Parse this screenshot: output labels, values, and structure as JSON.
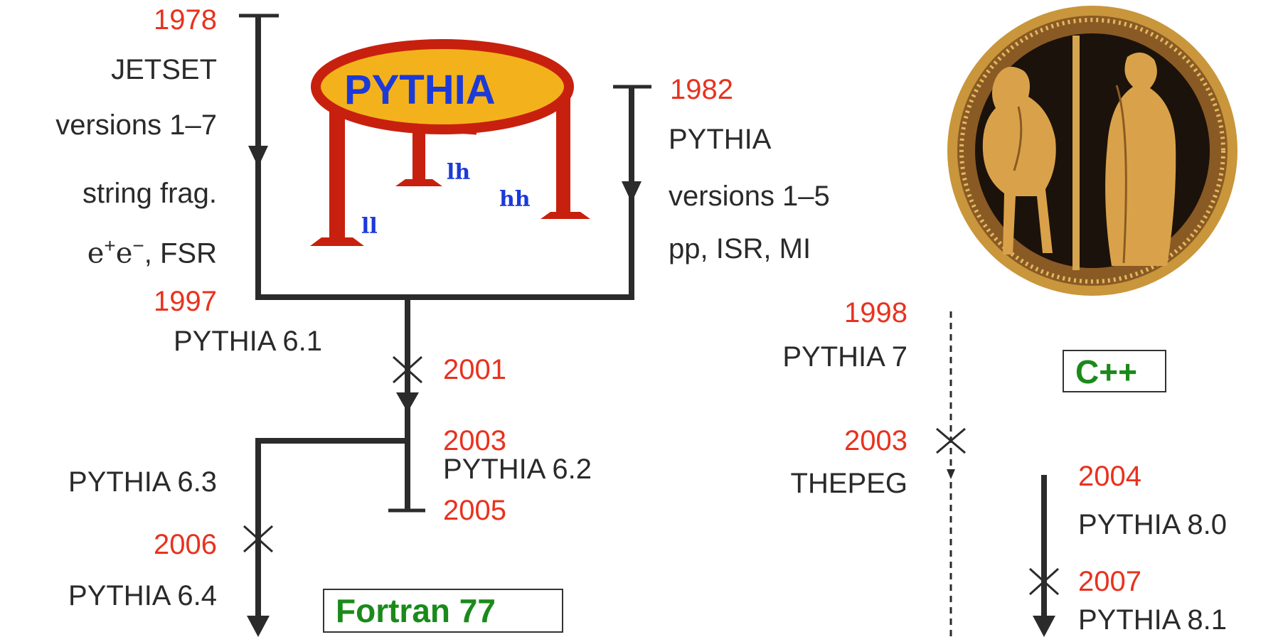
{
  "years": {
    "y1978": "1978",
    "y1982": "1982",
    "y1997": "1997",
    "y1998": "1998",
    "y2001": "2001",
    "y2003a": "2003",
    "y2003b": "2003",
    "y2004": "2004",
    "y2005": "2005",
    "y2006": "2006",
    "y2007": "2007"
  },
  "jetset": {
    "name": "JETSET",
    "versions": "versions 1–7",
    "feature1": "string frag.",
    "feature2_math_e": "e",
    "feature2_plus": "+",
    "feature2_minus": "−",
    "feature2_rest": ", FSR"
  },
  "pythia_orig": {
    "name": "PYTHIA",
    "versions": "versions 1–5",
    "features": "pp, ISR, MI"
  },
  "releases": {
    "p61": "PYTHIA 6.1",
    "p62": "PYTHIA 6.2",
    "p63": "PYTHIA 6.3",
    "p64": "PYTHIA 6.4",
    "p7": "PYTHIA 7",
    "thepeg": "THEPEG",
    "p80": "PYTHIA 8.0",
    "p81": "PYTHIA 8.1"
  },
  "logo": {
    "title": "PYTHIA",
    "leg_ll": "ll",
    "leg_lh": "lh",
    "leg_hh": "hh"
  },
  "languages": {
    "fortran": "Fortran 77",
    "cpp": "C++"
  },
  "colors": {
    "year": "#e8321e",
    "language": "#1a8a1a",
    "logo_text": "#1c3ad8",
    "logo_red": "#c8200e",
    "logo_fill": "#f3b21b"
  }
}
